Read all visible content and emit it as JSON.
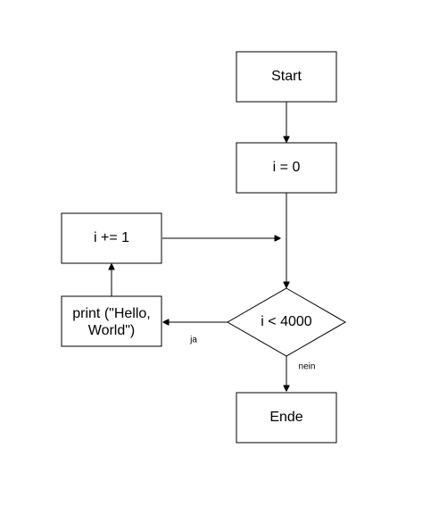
{
  "nodes": {
    "start": "Start",
    "init": "i = 0",
    "increment": "i += 1",
    "print_line1": "print (\"Hello,",
    "print_line2": "World\")",
    "condition": "i < 4000",
    "end": "Ende"
  },
  "edges": {
    "yes_label": "ja",
    "no_label": "nein"
  }
}
